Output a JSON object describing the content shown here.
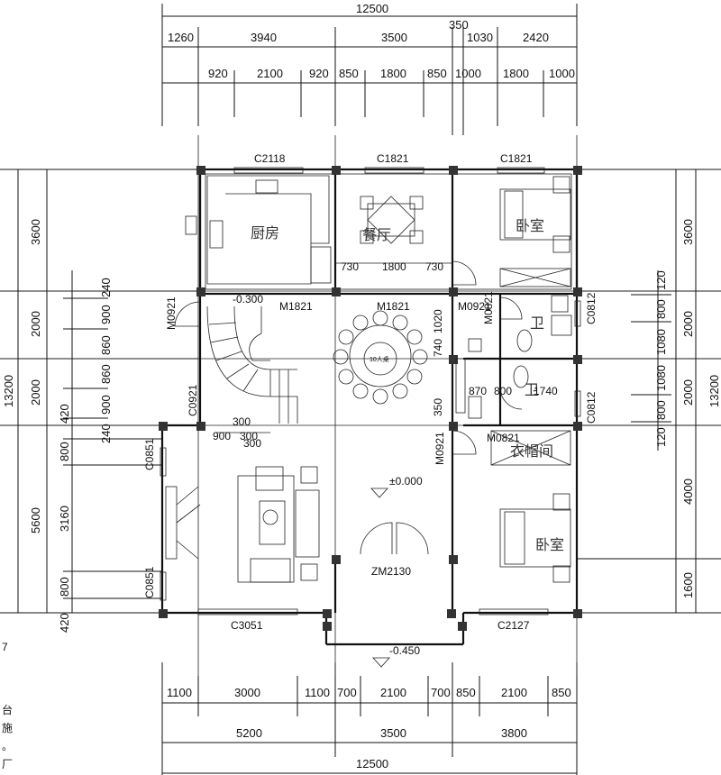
{
  "dims_top": {
    "overall": "12500",
    "mid_row": [
      "1260",
      "3940",
      "3500",
      "350",
      "1030",
      "2420"
    ],
    "inner_row": [
      "920",
      "2100",
      "920",
      "850",
      "1800",
      "850",
      "1000",
      "1800",
      "1000"
    ]
  },
  "dims_bottom": {
    "inner_row": [
      "1100",
      "3000",
      "1100",
      "700",
      "2100",
      "700",
      "850",
      "2100",
      "850"
    ],
    "mid_row": [
      "5200",
      "3500",
      "3800"
    ],
    "overall": "12500"
  },
  "dims_left": {
    "outer": [
      "3600",
      "2000",
      "2000",
      "5600"
    ],
    "overall": "13200",
    "inner": [
      "240",
      "900",
      "860",
      "860",
      "900",
      "420",
      "240",
      "800",
      "3160",
      "800",
      "420"
    ]
  },
  "dims_right": {
    "outer": [
      "3600",
      "2000",
      "2000",
      "4000",
      "1600"
    ],
    "overall": "13200",
    "inner": [
      "120",
      "800",
      "1080",
      "1080",
      "800",
      "120"
    ]
  },
  "windows": {
    "kitchen": "C2118",
    "dining": "C1821",
    "bedroom_top": "C1821",
    "living_left_top": "C0851",
    "living_left_bottom": "C0851",
    "living_bottom": "C3051",
    "bedroom_bottom": "C2127",
    "bath_top": "C0812",
    "bath_bottom": "C0812"
  },
  "doors": {
    "kitchen_door": "M1821",
    "dining_door": "M1821",
    "kitchen_side": "M0921",
    "stair_side": "C0921",
    "bath_door": "M0921",
    "bath_door2": "M0821",
    "closet_door": "M0821",
    "lower_right_door": "M0921",
    "entrance": "ZM2130"
  },
  "rooms": {
    "kitchen": "厨房",
    "dining": "餐厅",
    "bedroom_top": "卧室",
    "bath1": "卫",
    "bath2": "卫",
    "closet": "衣帽间",
    "bedroom_bottom": "卧室"
  },
  "table_label": "10人桌",
  "levels": {
    "stair": "-0.300",
    "floor": "±0.000",
    "outside": "-0.450"
  },
  "small_dims": {
    "dining_table": [
      "730",
      "1800",
      "730"
    ],
    "bath_area": [
      "870",
      "800",
      "1740"
    ],
    "bath_vert": [
      "1020",
      "740",
      "350"
    ],
    "stair_steps": [
      "900",
      "300",
      "300",
      "300"
    ]
  },
  "edge_text": [
    "7",
    "台",
    "施",
    "。",
    "厂"
  ]
}
